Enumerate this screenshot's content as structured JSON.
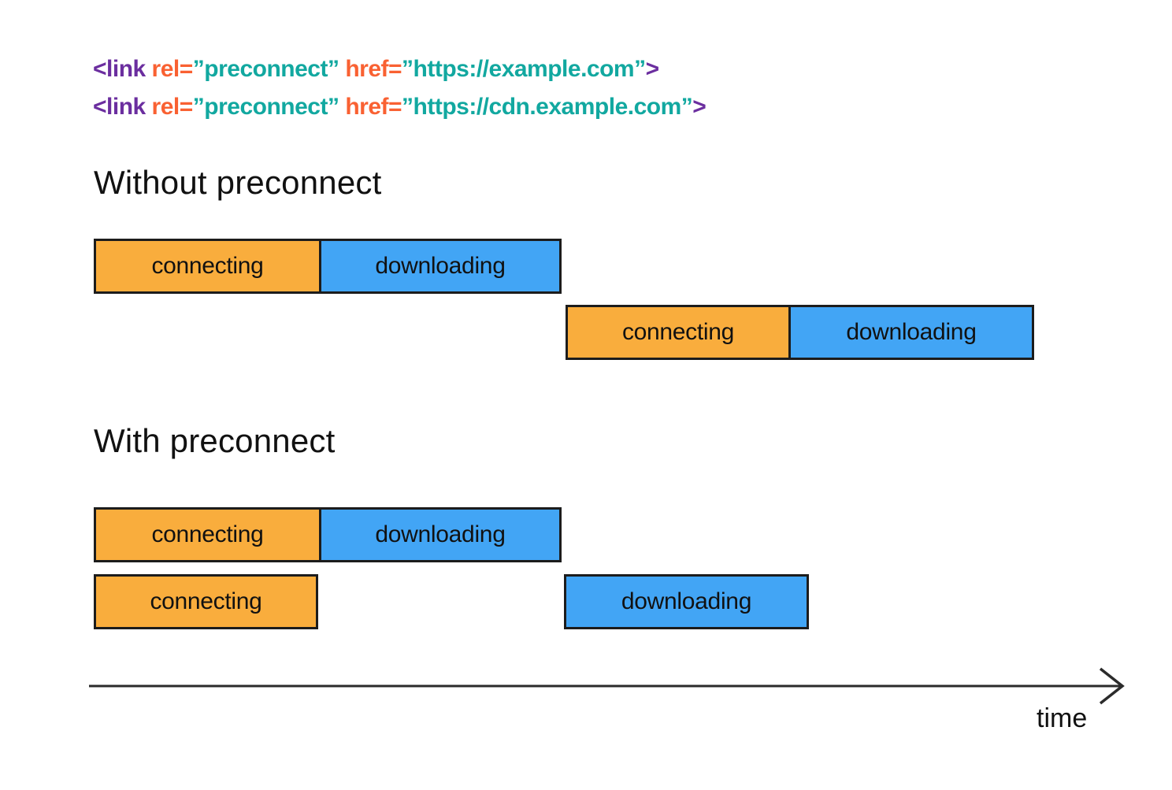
{
  "colors": {
    "code-purple": "#6B2E9F",
    "code-orange": "#F96132",
    "code-teal": "#12A8A0",
    "bar-orange": "#F9AD3D",
    "bar-blue": "#42A5F5",
    "bar-border": "#1C1C1C",
    "axis-stroke": "#2B2B2B"
  },
  "code": {
    "lines": [
      {
        "tokens": [
          {
            "text": "<link",
            "role": "tag"
          },
          {
            "text": "rel=",
            "role": "attr"
          },
          {
            "text": "”preconnect”",
            "role": "value"
          },
          {
            "text": "href=",
            "role": "attr"
          },
          {
            "text": "”https://example.com”",
            "role": "value"
          },
          {
            "text": ">",
            "role": "tag"
          }
        ]
      },
      {
        "tokens": [
          {
            "text": "<link",
            "role": "tag"
          },
          {
            "text": "rel=",
            "role": "attr"
          },
          {
            "text": "”preconnect”",
            "role": "value"
          },
          {
            "text": "href=",
            "role": "attr"
          },
          {
            "text": "”https://cdn.example.com”",
            "role": "value"
          },
          {
            "text": ">",
            "role": "tag"
          }
        ]
      }
    ]
  },
  "sections": {
    "without": {
      "heading": "Without preconnect",
      "rows": [
        {
          "segments": [
            {
              "label": "connecting",
              "kind": "connecting"
            },
            {
              "label": "downloading",
              "kind": "downloading"
            }
          ]
        },
        {
          "segments": [
            {
              "label": "connecting",
              "kind": "connecting"
            },
            {
              "label": "downloading",
              "kind": "downloading"
            }
          ]
        }
      ]
    },
    "with": {
      "heading": "With preconnect",
      "rows": [
        {
          "segments": [
            {
              "label": "connecting",
              "kind": "connecting"
            },
            {
              "label": "downloading",
              "kind": "downloading"
            }
          ]
        },
        {
          "segments": [
            {
              "label": "connecting",
              "kind": "connecting"
            },
            {
              "label": "downloading",
              "kind": "downloading"
            }
          ]
        }
      ]
    }
  },
  "axis": {
    "label": "time"
  }
}
